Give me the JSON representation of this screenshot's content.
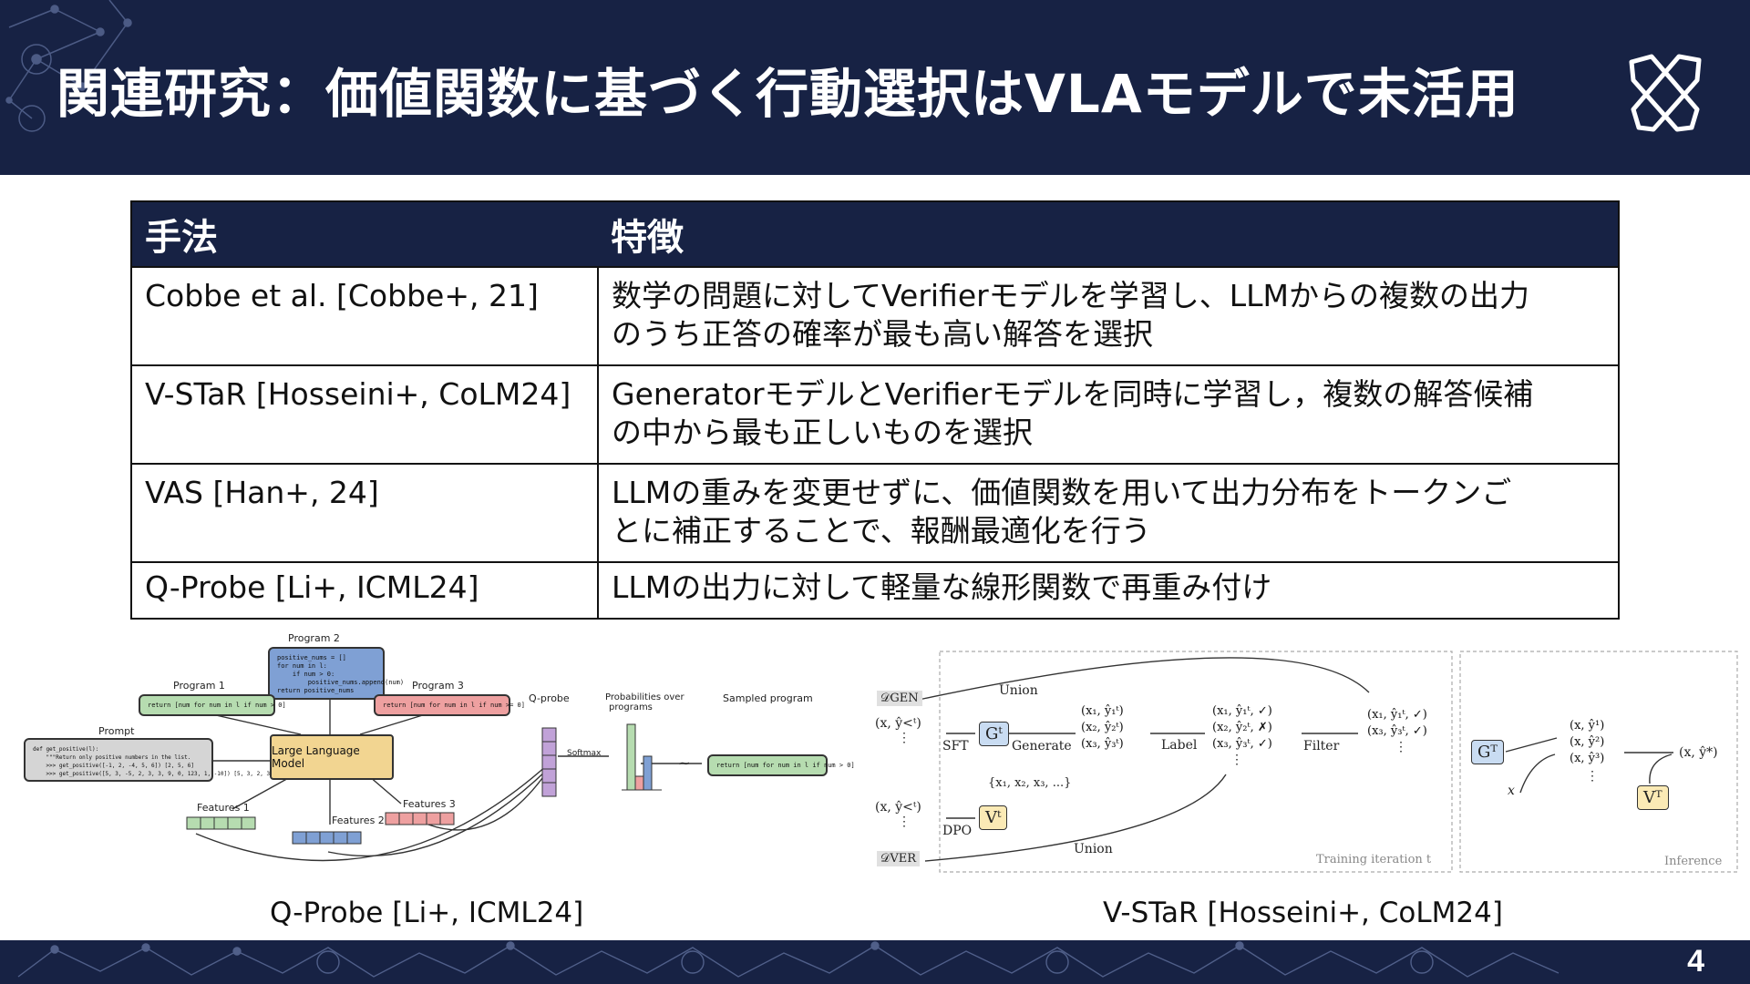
{
  "header": {
    "title": "関連研究：価値関数に基づく行動選択はVLAモデルで未活用"
  },
  "table": {
    "headers": [
      "手法",
      "特徴"
    ],
    "rows": [
      {
        "method": " Cobbe et al. [Cobbe+, 21]",
        "feature_lines": [
          "数学の問題に対してVerifierモデルを学習し、LLMからの複数の出力",
          "のうち正答の確率が最も高い解答を選択"
        ]
      },
      {
        "method": "V-STaR [Hosseini+, CoLM24]",
        "feature_lines": [
          "GeneratorモデルとVerifierモデルを同時に学習し，複数の解答候補",
          "の中から最も正しいものを選択"
        ]
      },
      {
        "method": "VAS [Han+, 24]",
        "feature_lines": [
          "LLMの重みを変更せずに、価値関数を用いて出力分布をトークンご",
          "とに補正することで、報酬最適化を行う"
        ]
      },
      {
        "method": "Q-Probe [Li+, ICML24]",
        "feature_lines": [
          "LLMの出力に対して軽量な線形関数で再重み付け"
        ]
      }
    ]
  },
  "qprobe_fig": {
    "caption": "Q-Probe [Li+, ICML24]",
    "program1": "Program 1",
    "program2": "Program 2",
    "program3": "Program 3",
    "prompt": "Prompt",
    "llm": "Large Language Model",
    "features1": "Features 1",
    "features2": "Features 2",
    "features3": "Features 3",
    "qprobe": "Q-probe",
    "softmax": "Softmax",
    "prob_title_1": "Probabilities over",
    "prob_title_2": "programs",
    "sampled": "Sampled program",
    "tilde": "~",
    "code_program1": "return [num for num in l if num > 0]",
    "code_program3": "return [num for num in l if num >= 0]",
    "code_sampled": "return [num for num in l if num > 0]",
    "code_program2": "positive_nums = []\nfor num in l:\n    if num > 0:\n        positive_nums.append(num)\nreturn positive_nums",
    "code_prompt": "def get_positive(l):\n    \"\"\"Return only positive numbers in the list.\n    >>> get_positive([-1, 2, -4, 5, 6]) [2, 5, 6]\n    >>> get_positive([5, 3, -5, 2, 3, 3, 9, 0, 123, 1, -10]) [5, 3, 2, 3, 3, 9, 123, 1]\"\"\""
  },
  "vstar_fig": {
    "caption": "V-STaR [Hosseini+, CoLM24]",
    "d_gen": "𝒟GEN",
    "d_ver": "𝒟VER",
    "union_top": "Union",
    "union_bottom": "Union",
    "sft": "SFT",
    "dpo": "DPO",
    "generate": "Generate",
    "label": "Label",
    "filter": "Filter",
    "gt": "Gᵗ",
    "vt": "Vᵗ",
    "gT": "Gᵀ",
    "vT": "Vᵀ",
    "x_set": "{x₁, x₂, x₃, ...}",
    "pair_gen": "(x, ŷ<ᵗ)",
    "pair_ver": "(x, ŷ<ᵗ)",
    "gen_items": [
      "(x₁, ŷ₁ᵗ)",
      "(x₂, ŷ₂ᵗ)",
      "(x₃, ŷ₃ᵗ)"
    ],
    "label_items": [
      "(x₁, ŷ₁ᵗ, ✓)",
      "(x₂, ŷ₂ᵗ, ✗)",
      "(x₃, ŷ₃ᵗ, ✓)"
    ],
    "filter_items": [
      "(x₁, ŷ₁ᵗ, ✓)",
      "(x₃, ŷ₃ᵗ, ✓)"
    ],
    "inf_items": [
      "(x, ŷ¹)",
      "(x, ŷ²)",
      "(x, ŷ³)"
    ],
    "x": "x",
    "result": "(x, ŷ*)",
    "training_label": "Training iteration t",
    "inference_label": "Inference",
    "dots": "⋮"
  },
  "footer": {
    "page": "4"
  },
  "colors": {
    "navy": "#172244",
    "green": "#3a9a46",
    "red": "#c62828"
  }
}
